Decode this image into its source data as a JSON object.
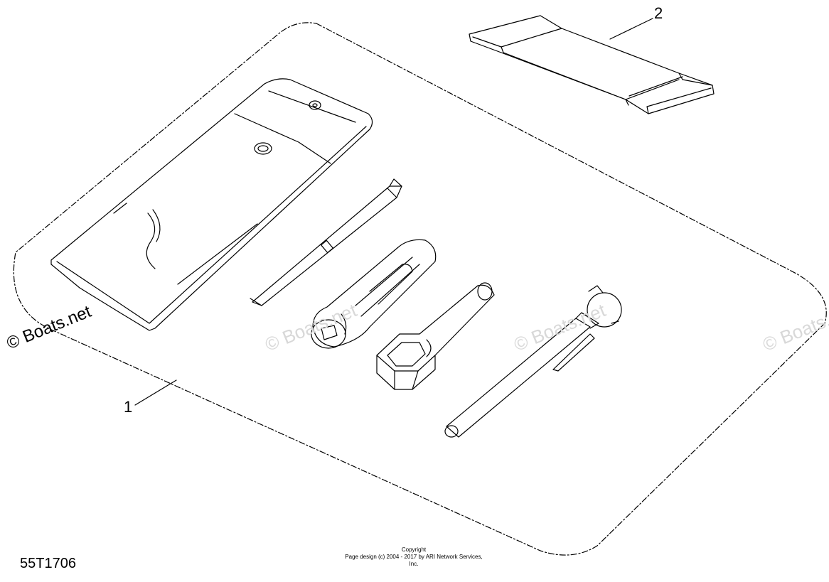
{
  "callouts": {
    "item1": "1",
    "item2": "2"
  },
  "diagram_id": "55T1706",
  "watermark": "© Boats.net",
  "copyright": {
    "line1": "Copyright",
    "line2": "Page design (c) 2004 - 2017 by ARI Network Services, Inc."
  }
}
